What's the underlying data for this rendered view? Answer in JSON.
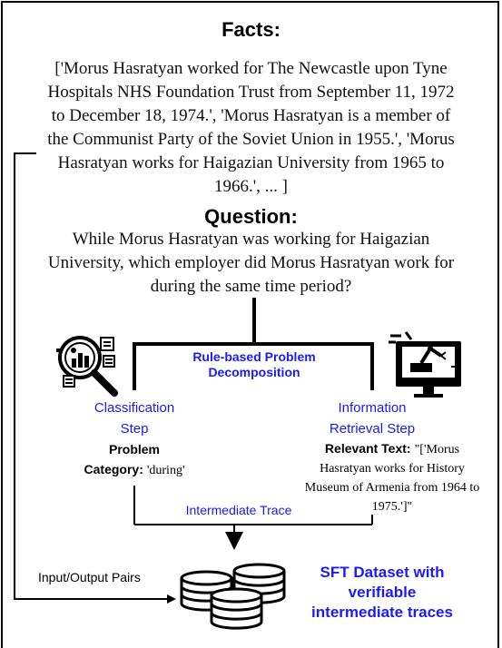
{
  "facts": {
    "title": "Facts:",
    "lines": [
      "['Morus Hasratyan worked for The Newcastle upon Tyne",
      "Hospitals NHS Foundation Trust from September 11, 1972",
      "to December 18, 1974.',  'Morus Hasratyan is a member of",
      "the Communist Party of the Soviet Union in 1955.',  'Morus",
      "Hasratyan works for Haigazian University from 1965 to",
      "1966.', ... ]"
    ]
  },
  "question": {
    "title": "Question:",
    "lines": [
      "While Morus Hasratyan was working for Haigazian",
      "University,  which employer did Morus Hasratyan work for",
      "during the same time period?"
    ]
  },
  "decomposition": {
    "line1": "Rule-based Problem",
    "line2": "Decomposition"
  },
  "classification": {
    "line1": "Classification",
    "line2": "Step",
    "category_label_1": "Problem",
    "category_label_2": "Category:",
    "category_value": "'during'"
  },
  "retrieval": {
    "line1": "Information",
    "line2": "Retrieval Step",
    "relevant_label": "Relevant Text:",
    "relevant_lines": [
      "\"['Morus",
      "Hasratyan works for History",
      "Museum of Armenia from 1964 to",
      "1975.']\""
    ]
  },
  "intermediate_trace": "Intermediate Trace",
  "io_pairs": "Input/Output Pairs",
  "sft": {
    "line1": "SFT Dataset with",
    "line2": "verifiable",
    "line3": "intermediate traces"
  },
  "colors": {
    "accent": "#1a1aff",
    "line": "#000000"
  },
  "icons": {
    "left": "chart-magnifier-icon",
    "right": "computer-robot-icon",
    "bottom": "database-stack-icon"
  }
}
